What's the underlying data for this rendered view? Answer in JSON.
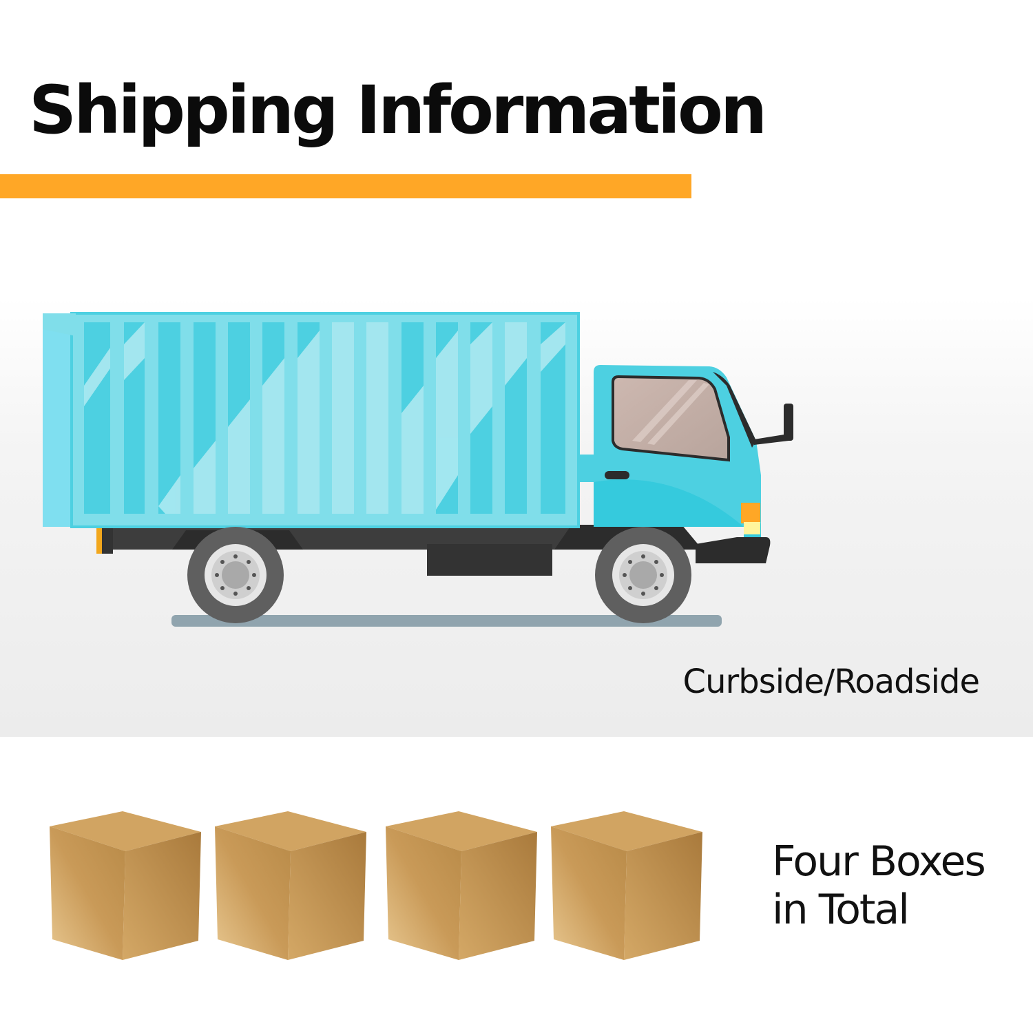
{
  "header": {
    "title": "Shipping Information"
  },
  "delivery": {
    "label": "Curbside/Roadside",
    "illustration": "box-truck-illustration"
  },
  "packages": {
    "count": 4,
    "label_line1": "Four Boxes",
    "label_line2": "in Total",
    "illustration": "cardboard-box-illustration"
  },
  "colors": {
    "accent": "#FFA726",
    "truck_body": "#4DD0E1",
    "truck_cab": "#4DD0E1",
    "box_brown": "#C99A58",
    "road": "#90A4AE"
  }
}
